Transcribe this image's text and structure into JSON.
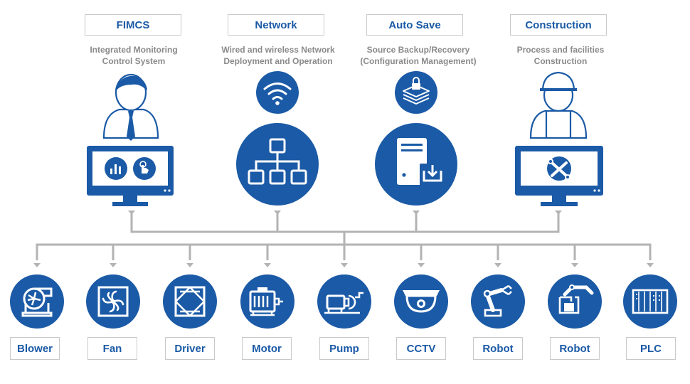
{
  "top": [
    {
      "title": "FIMCS",
      "desc": [
        "Integrated Monitoring",
        "Control System"
      ]
    },
    {
      "title": "Network",
      "desc": [
        "Wired and wireless Network",
        "Deployment and Operation"
      ]
    },
    {
      "title": "Auto Save",
      "desc": [
        "Source Backup/Recovery",
        "(Configuration Management)"
      ]
    },
    {
      "title": "Construction",
      "desc": [
        "Process and facilities",
        "Construction"
      ]
    }
  ],
  "devices": [
    {
      "label": "Blower",
      "icon": "blower-icon"
    },
    {
      "label": "Fan",
      "icon": "fan-icon"
    },
    {
      "label": "Driver",
      "icon": "driver-icon"
    },
    {
      "label": "Motor",
      "icon": "motor-icon"
    },
    {
      "label": "Pump",
      "icon": "pump-icon"
    },
    {
      "label": "CCTV",
      "icon": "cctv-icon"
    },
    {
      "label": "Robot",
      "icon": "robot-arm-icon"
    },
    {
      "label": "Robot",
      "icon": "robot-gripper-icon"
    },
    {
      "label": "PLC",
      "icon": "plc-icon"
    }
  ],
  "colors": {
    "primary": "#1b5aa6",
    "connector": "#b3b3b3",
    "text_gray": "#8a8a8a"
  }
}
